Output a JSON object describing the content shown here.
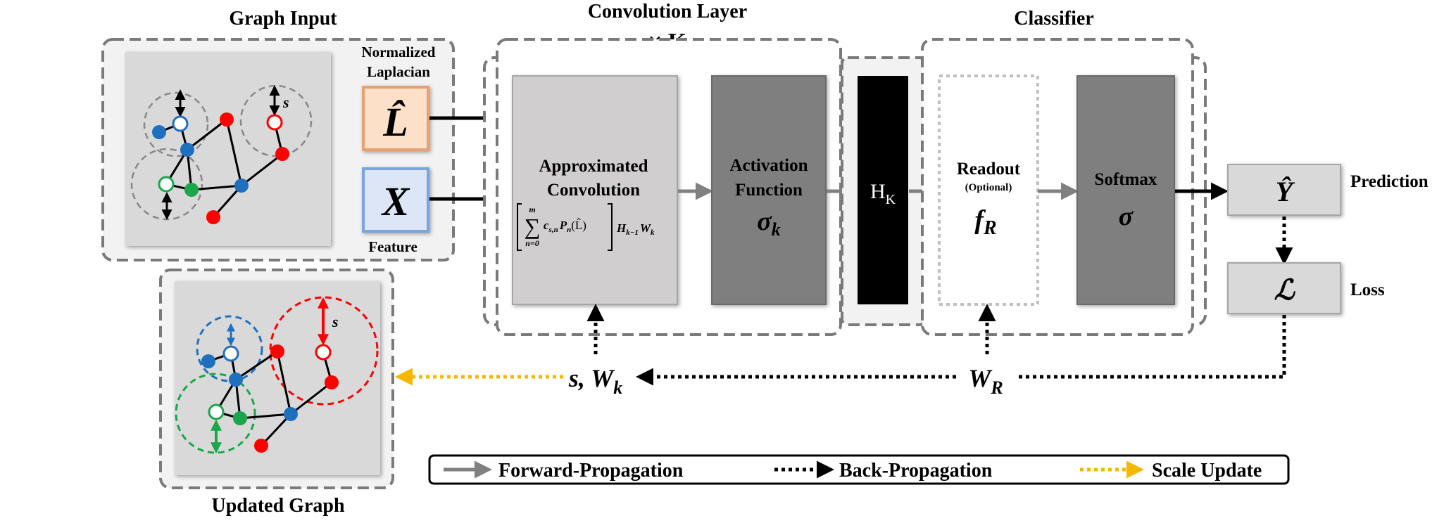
{
  "titles": {
    "graph_input": "Graph Input",
    "convolution_layer": "Convolution Layer",
    "repeat": "× K",
    "classifier": "Classifier",
    "updated_graph": "Updated Graph"
  },
  "inputs": {
    "laplacian_caption_line1": "Normalized",
    "laplacian_caption_line2": "Laplacian",
    "laplacian_symbol": "L̂",
    "feature_symbol": "X",
    "feature_caption": "Feature",
    "scale_label": "s"
  },
  "blocks": {
    "approx_line1": "Approximated",
    "approx_line2": "Convolution",
    "approx_formula_sum_top": "m",
    "approx_formula_sum_bottom": "n=0",
    "approx_formula_body": "c",
    "approx_formula_body_sub": "s,n",
    "approx_formula_p": "P",
    "approx_formula_p_sub": "n",
    "approx_formula_p_arg": "(L̂)",
    "approx_formula_h": "H",
    "approx_formula_h_sub": "k−1",
    "approx_formula_w": "W",
    "approx_formula_w_sub": "k",
    "activation_line1": "Activation",
    "activation_line2": "Function",
    "activation_symbol": "σ",
    "activation_symbol_sub": "k",
    "hk_symbol": "H",
    "hk_sub": "K",
    "readout_line1": "Readout",
    "readout_line2": "(Optional)",
    "readout_symbol": "f",
    "readout_symbol_sub": "R",
    "softmax_line1": "Softmax",
    "softmax_symbol": "σ"
  },
  "outputs": {
    "prediction_symbol": "Ŷ",
    "prediction_label": "Prediction",
    "loss_symbol": "ℒ",
    "loss_label": "Loss"
  },
  "backprop_labels": {
    "sw_s": "s, W",
    "sw_sub": "k",
    "wr_w": "W",
    "wr_sub": "R"
  },
  "legend": {
    "forward": "Forward-Propagation",
    "backward": "Back-Propagation",
    "scale": "Scale Update"
  },
  "colors": {
    "forward_arrow": "#808080",
    "backward_arrow": "#000000",
    "scale_arrow": "#f5b800",
    "laplacian_fill": "#fde0c8",
    "laplacian_border": "#e8a070",
    "feature_fill": "#dce6f6",
    "feature_border": "#7aa4e0",
    "node_red": "#ff0000",
    "node_blue": "#1f6fc0",
    "node_green": "#1aa64a",
    "panel_gray": "#d8d8d8",
    "dark_block": "#7f7f7f",
    "hk_block": "#000000"
  }
}
